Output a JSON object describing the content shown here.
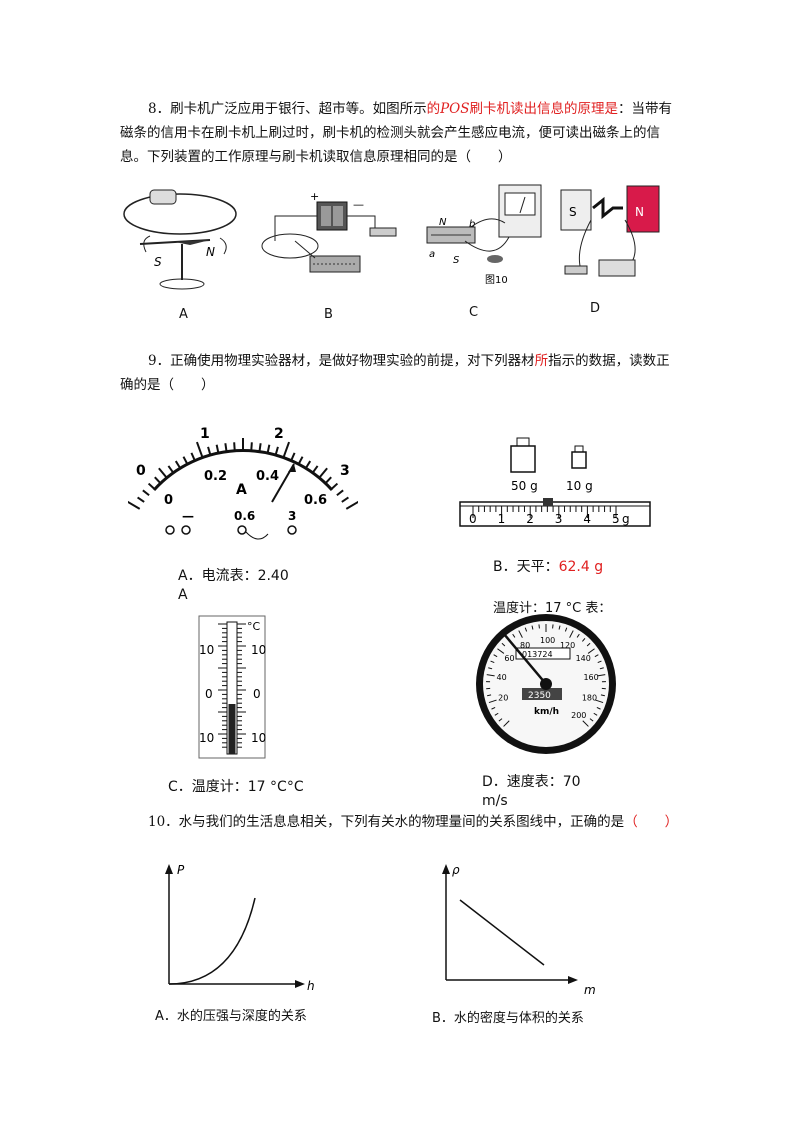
{
  "q8": {
    "line1_a": "8．刷卡机广泛应用于银行、超市等。如图所示",
    "line1_b": "的",
    "line1_pos": "POS",
    "line1_c": "刷卡机读出信息的原理是",
    "line1_d": "：当带有",
    "line2": "磁条的信用卡在刷卡机上刷过时，刷卡机的检测头就会产生感应电流，便可读出磁条上的信",
    "line3": "息。下列装置的工作原理与刷卡机读取信息原理相同的是（　　）",
    "options": [
      "A",
      "B",
      "C",
      "D"
    ],
    "fig_c_caption": "图10"
  },
  "q9": {
    "line1_a": "9．正确使用物理实验器材，是做好物理实验的前提，对下列器材",
    "line1_b": "所",
    "line1_c": "指示的数据，读数正",
    "line2": "确的是（　　）",
    "ammeter": {
      "top_labels": [
        "0",
        "1",
        "2",
        "3"
      ],
      "bottom_labels": [
        "0",
        "0.2",
        "0.4",
        "0.6"
      ],
      "unit": "A",
      "terminals": [
        "—",
        "0.6",
        "3"
      ]
    },
    "balance": {
      "weights": [
        "50 g",
        "10 g"
      ],
      "scale": [
        "0",
        "1",
        "2",
        "3",
        "4",
        "5",
        "g"
      ]
    },
    "thermometer": {
      "unit": "°C",
      "labels": [
        "10",
        "0",
        "10"
      ]
    },
    "speedometer": {
      "labels": [
        "20",
        "40",
        "60",
        "80",
        "100",
        "120",
        "140",
        "160",
        "180",
        "200"
      ],
      "odometer": "013724",
      "trip": "2350",
      "unit": "km/h",
      "overlap_text": "温度计：17 °C 表："
    },
    "optA_a": "A．电流表：2.40",
    "optA_b": "A",
    "optB_a": "B．天平：",
    "optB_b": "62.4 g",
    "optC": "C．温度计：17 °C°C",
    "optD_a": "D．速度表：70",
    "optD_b": "m/s"
  },
  "q10": {
    "text_a": "10．水与我们的生活息息相关，下列有关水的物理量间的关系图线中，正确的是",
    "text_b": "（　　）",
    "graphA": {
      "ylabel": "P",
      "xlabel": "h",
      "caption": "A．水的压强与深度的关系"
    },
    "graphB": {
      "ylabel": "ρ",
      "xlabel": "m",
      "caption": "B．水的密度与体积的关系"
    }
  },
  "colors": {
    "red": "#e02020",
    "magnet_n": "#d81a4a"
  }
}
